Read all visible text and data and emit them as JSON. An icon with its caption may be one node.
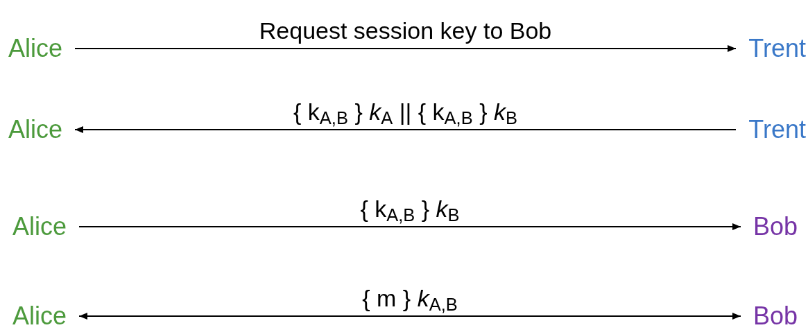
{
  "diagram": {
    "nodes": [
      {
        "text": [
          "Alice"
        ]
      },
      {
        "text": [
          "Trent"
        ]
      },
      {
        "text": [
          "Alice"
        ]
      },
      {
        "text": [
          "Trent"
        ]
      },
      {
        "text": [
          "Alice"
        ]
      },
      {
        "text": [
          "Bob"
        ]
      },
      {
        "text": [
          "Alice"
        ]
      },
      {
        "text": [
          "Bob"
        ]
      }
    ],
    "edges": [
      {
        "from": 0,
        "to": 1,
        "arrow": "to",
        "label": "Request session key to Bob"
      },
      {
        "from": 3,
        "to": 2,
        "arrow": "to",
        "label": "{ k$_{A,B}$ } *k*$_{A}$ || { k$_{A,B}$ } *k*$_{B}$"
      },
      {
        "from": 4,
        "to": 5,
        "arrow": "to",
        "label": "{ k$_{A,B}$ } *k*$_{B}$"
      },
      {
        "from": 6,
        "to": 7,
        "arrow": "both",
        "label": "{ m } *k*$_{A,B}$"
      }
    ]
  }
}
